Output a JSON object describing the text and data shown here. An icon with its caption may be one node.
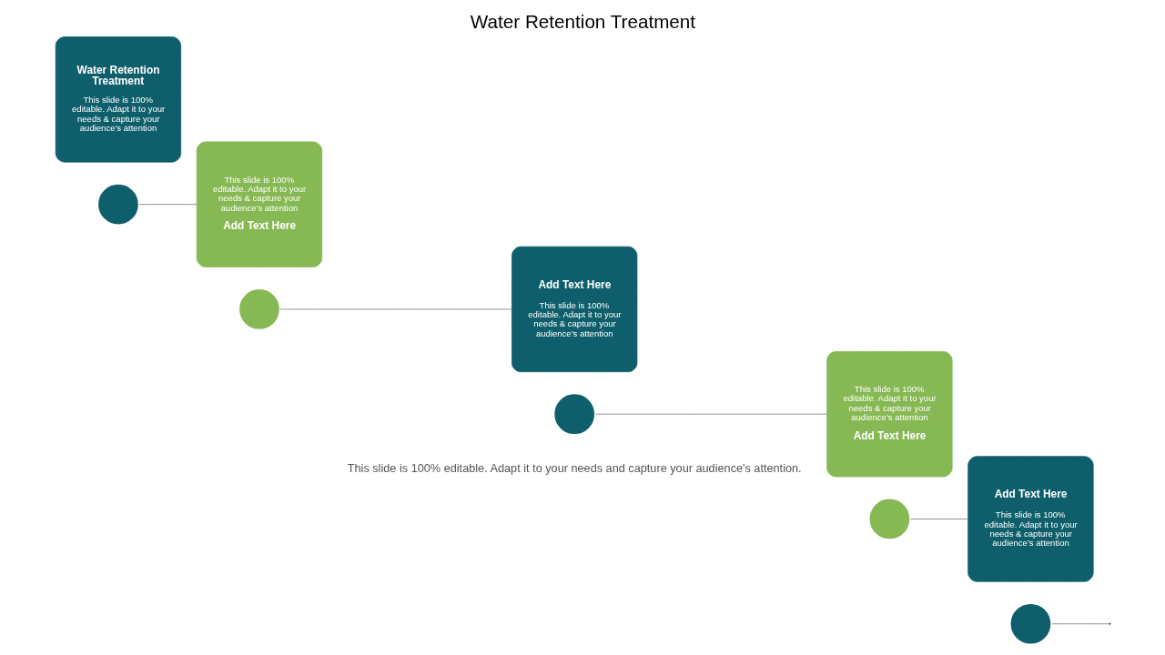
{
  "diagram": {
    "title": "Water Retention Treatment",
    "nodes": [
      {
        "text": [
          "Water Retention Treatment",
          "This slide is 100% editable. Adapt it to your needs & capture your audience’s attention"
        ]
      },
      {
        "text": [],
        "shape": "circle"
      },
      {
        "text": [
          "This slide is 100% editable. Adapt it to your needs & capture your audience’s attention",
          "Add Text Here"
        ]
      },
      {
        "text": [],
        "shape": "circle"
      },
      {
        "text": [
          "Add Text Here",
          "This slide is 100% editable. Adapt it to your needs & capture your audience’s attention"
        ]
      },
      {
        "text": [],
        "shape": "circle"
      },
      {
        "text": [
          "This slide is 100% editable. Adapt it to your needs & capture your audience’s attention",
          "Add Text Here"
        ]
      },
      {
        "text": [],
        "shape": "circle"
      },
      {
        "text": [
          "Add Text Here",
          "This slide is 100% editable. Adapt it to your needs & capture your audience’s attention"
        ]
      },
      {
        "text": [],
        "shape": "circle"
      }
    ],
    "edges": [
      {
        "from": 1,
        "to": 2,
        "arrow": "none"
      },
      {
        "from": 3,
        "to": 4,
        "arrow": "none"
      },
      {
        "from": 5,
        "to": 6,
        "arrow": "none"
      },
      {
        "from": 7,
        "to": 8,
        "arrow": "none"
      },
      {
        "from": 9,
        "to": null,
        "arrow": "none"
      }
    ],
    "labels": [
      "This slide is 100% editable. Adapt it to your needs and capture your audience's attention."
    ]
  }
}
